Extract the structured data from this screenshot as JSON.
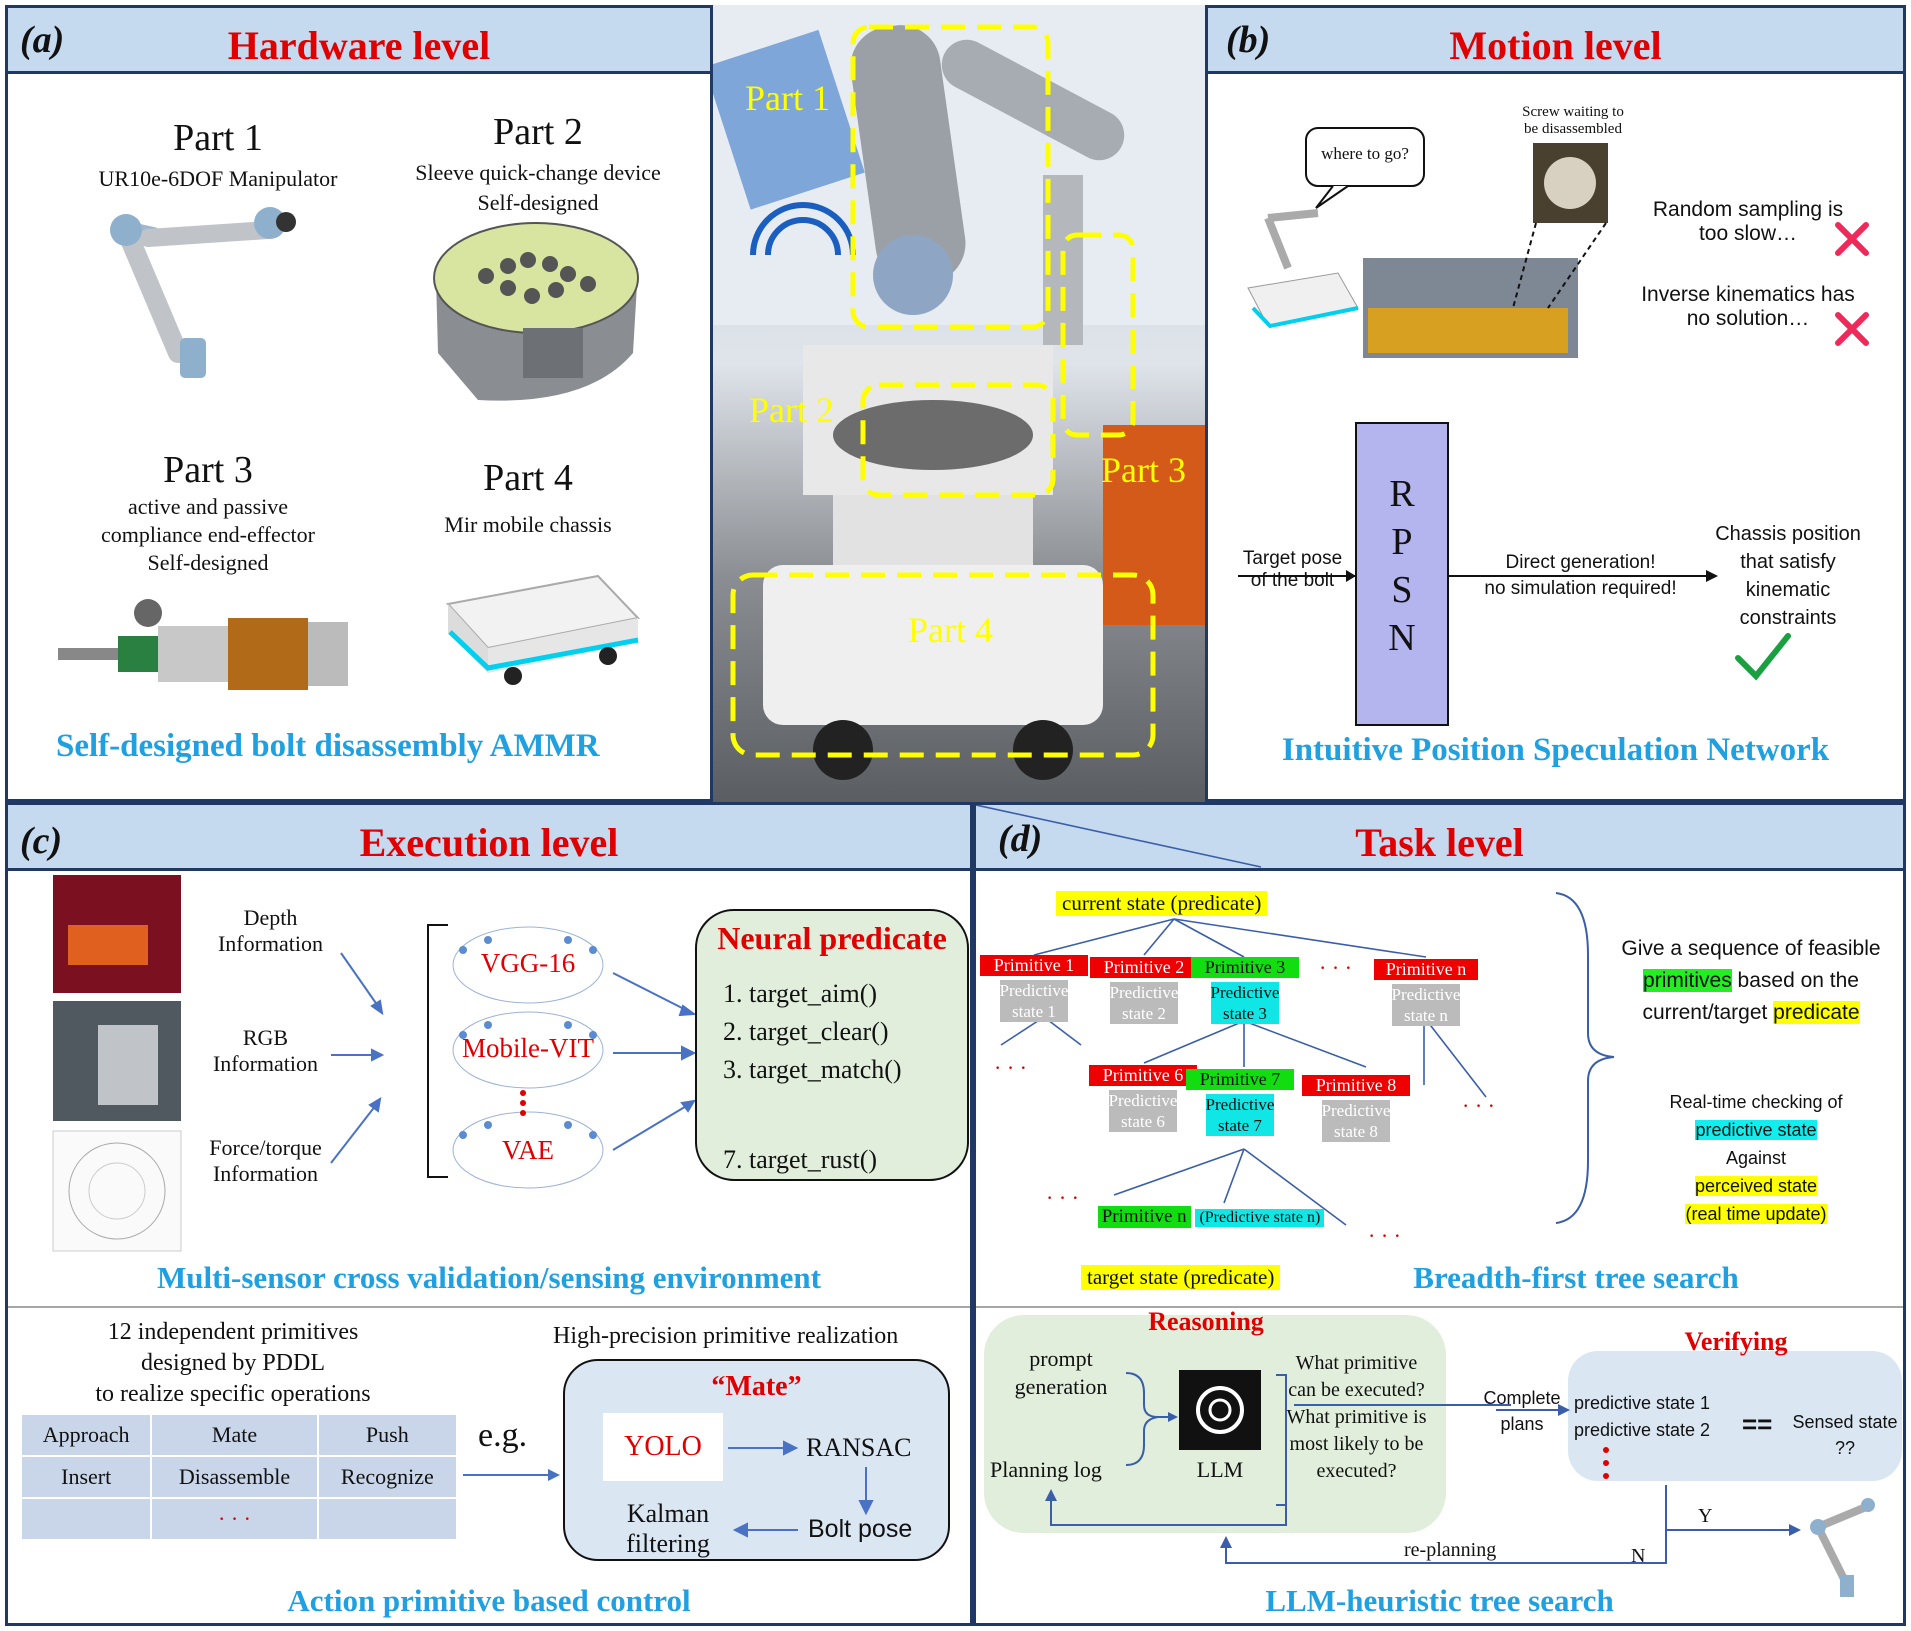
{
  "a": {
    "label": "(a)",
    "title": "Hardware level",
    "part1": {
      "title": "Part 1",
      "desc": "UR10e-6DOF Manipulator"
    },
    "part2": {
      "title": "Part 2",
      "desc1": "Sleeve quick-change device",
      "desc2": "Self-designed"
    },
    "part3": {
      "title": "Part 3",
      "desc1": "active and passive",
      "desc2": "compliance end-effector",
      "desc3": "Self-designed"
    },
    "part4": {
      "title": "Part 4",
      "desc": "Mir mobile chassis"
    },
    "subtitle": "Self-designed bolt disassembly AMMR",
    "photo_labels": [
      "Part 1",
      "Part 2",
      "Part 3",
      "Part 4"
    ]
  },
  "b": {
    "label": "(b)",
    "title": "Motion level",
    "bubble": "where to go?",
    "screw_caption1": "Screw waiting to",
    "screw_caption2": "be disassembled",
    "issue1a": "Random sampling is",
    "issue1b": "too slow…",
    "issue2a": "Inverse kinematics has",
    "issue2b": "no solution…",
    "rpsn": [
      "R",
      "P",
      "S",
      "N"
    ],
    "input1": "Target pose",
    "input2": "of the bolt",
    "arrow1": "Direct generation!",
    "arrow2": "no simulation required!",
    "out1": "Chassis position",
    "out2": "that satisfy",
    "out3": "kinematic",
    "out4": "constraints",
    "subtitle": "Intuitive Position Speculation Network"
  },
  "c": {
    "label": "(c)",
    "title": "Execution level",
    "depth1": "Depth",
    "depth2": "Information",
    "rgb1": "RGB",
    "rgb2": "Information",
    "ft1": "Force/torque",
    "ft2": "Information",
    "nets": [
      "VGG-16",
      "Mobile-VIT",
      "VAE"
    ],
    "np_title": "Neural predicate",
    "np_items": [
      "1. target_aim()",
      "2. target_clear()",
      "3. target_match()",
      "7. target_rust()"
    ],
    "subtitle1": "Multi-sensor cross validation/sensing environment",
    "prim1": "12 independent primitives",
    "prim2": "designed by PDDL",
    "prim3": "to realize specific operations",
    "table": [
      [
        "Approach",
        "Mate",
        "Push"
      ],
      [
        "Insert",
        "Disassemble",
        "Recognize"
      ],
      [
        "",
        "· · ·",
        ""
      ]
    ],
    "eg": "e.g.",
    "hp": "High-precision primitive realization",
    "mate": "“Mate”",
    "yolo": "YOLO",
    "ransac": "RANSAC",
    "kalman1": "Kalman",
    "kalman2": "filtering",
    "bolt_pose": "Bolt pose",
    "subtitle2": "Action primitive based control"
  },
  "d": {
    "label": "(d)",
    "title": "Task level",
    "current": "current state (predicate)",
    "p1": "Primitive 1",
    "p2": "Primitive 2",
    "p3": "Primitive 3",
    "pn": "Primitive n",
    "p6": "Primitive 6",
    "p7": "Primitive 7",
    "p8": "Primitive 8",
    "pred": "Predictive",
    "s1": "state 1",
    "s2": "state 2",
    "s3": "state 3",
    "sn": "state n",
    "s6": "state 6",
    "s7": "state 7",
    "s8": "state 8",
    "pn2": "Primitive n",
    "psn": "(Predictive state n)",
    "target": "target state (predicate)",
    "dots": "· · ·",
    "give1": "Give a sequence of feasible",
    "give2a": "primitives",
    "give2b": " based on the",
    "give3a": "current/target ",
    "give3b": "predicate",
    "rt1": "Real-time checking of",
    "rt2": "predictive state",
    "rt3": "Against",
    "rt4": "perceived state",
    "rt5": "(real time update)",
    "subtitle1": "Breadth-first tree search",
    "reasoning": "Reasoning",
    "prompt1": "prompt",
    "prompt2": "generation",
    "log": "Planning log",
    "llm": "LLM",
    "q1": "What primitive",
    "q2": "can be executed?",
    "q3": "What primitive is",
    "q4": "most likely to be",
    "q5": "executed?",
    "complete1": "Complete",
    "complete2": "plans",
    "verifying": "Verifying",
    "ps1": "predictive state 1",
    "ps2": "predictive state 2",
    "eq": "==",
    "sensed1": "Sensed state",
    "sensed2": "??",
    "yes": "Y",
    "no": "N",
    "replan": "re-planning",
    "subtitle2": "LLM-heuristic tree search"
  }
}
